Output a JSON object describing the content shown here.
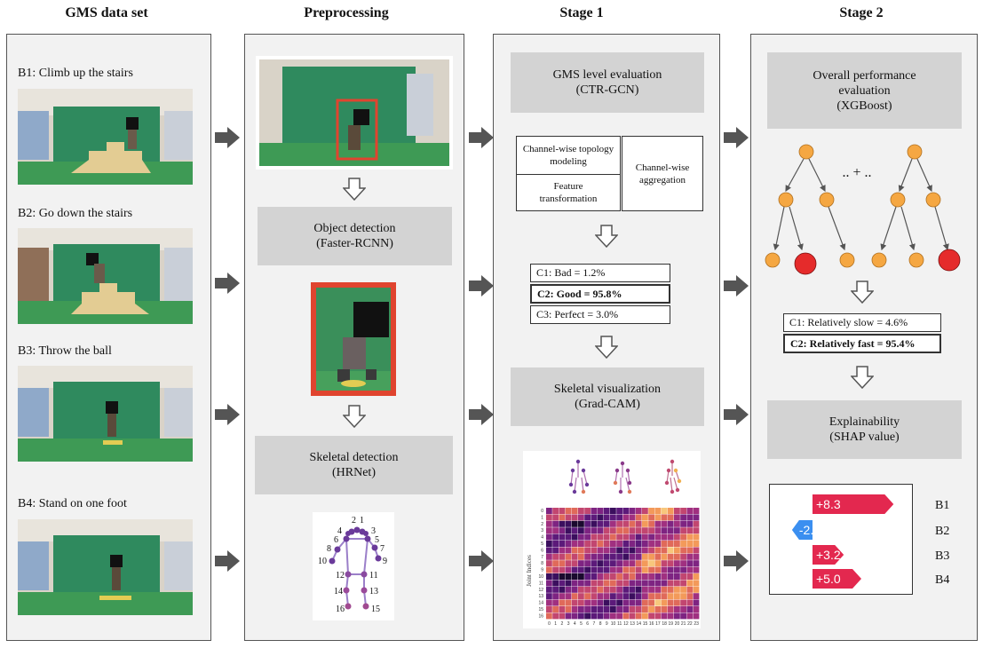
{
  "columns": {
    "dataset": "GMS data set",
    "preprocessing": "Preprocessing",
    "stage1": "Stage 1",
    "stage2": "Stage 2"
  },
  "dataset": {
    "items": [
      {
        "label": "B1: Climb up the stairs"
      },
      {
        "label": "B2: Go down the stairs"
      },
      {
        "label": "B3: Throw the ball"
      },
      {
        "label": "B4: Stand on one foot"
      }
    ]
  },
  "preprocessing": {
    "object_detection": {
      "line1": "Object detection",
      "line2": "(Faster-RCNN)"
    },
    "skeletal_detection": {
      "line1": "Skeletal detection",
      "line2": "(HRNet)"
    },
    "joints": [
      "1",
      "2",
      "3",
      "4",
      "5",
      "6",
      "7",
      "8",
      "9",
      "10",
      "11",
      "12",
      "13",
      "14",
      "15",
      "16"
    ]
  },
  "stage1": {
    "gms_eval": {
      "line1": "GMS level evaluation",
      "line2": "(CTR-GCN)"
    },
    "module": {
      "topology": "Channel-wise topology modeling",
      "feature": "Feature transformation",
      "aggregation": "Channel-wise aggregation"
    },
    "results": [
      {
        "text": "C1: Bad = 1.2%",
        "bold": false
      },
      {
        "text": "C2: Good = 95.8%",
        "bold": true
      },
      {
        "text": "C3: Perfect = 3.0%",
        "bold": false
      }
    ],
    "skeletal_vis": {
      "line1": "Skeletal visualization",
      "line2": "(Grad-CAM)"
    },
    "heatmap": {
      "ylabel": "Joint Indices",
      "yticks": [
        "0",
        "1",
        "2",
        "3",
        "4",
        "5",
        "6",
        "7",
        "8",
        "9",
        "10",
        "11",
        "12",
        "13",
        "14",
        "15",
        "16"
      ],
      "xticks": [
        "0",
        "1",
        "2",
        "3",
        "4",
        "5",
        "6",
        "7",
        "8",
        "9",
        "10",
        "11",
        "12",
        "13",
        "14",
        "15",
        "16",
        "17",
        "18",
        "19",
        "20",
        "21",
        "22",
        "23"
      ]
    }
  },
  "stage2": {
    "overall_eval": {
      "line1": "Overall performance",
      "line2": "evaluation",
      "line3": "(XGBoost)"
    },
    "ensemble_text": ".. + ..",
    "results": [
      {
        "text": "C1: Relatively slow = 4.6%",
        "bold": false
      },
      {
        "text": "C2: Relatively fast = 95.4%",
        "bold": true
      }
    ],
    "explainability": {
      "line1": "Explainability",
      "line2": "(SHAP value)"
    }
  },
  "chart_data": {
    "type": "bar",
    "categories": [
      "B1",
      "B2",
      "B3",
      "B4"
    ],
    "values": [
      8.3,
      -2.1,
      3.2,
      5.0
    ],
    "labels": [
      "+8.3",
      "-2.1",
      "+3.2",
      "+5.0"
    ],
    "positive_color": "#e3284f",
    "negative_color": "#3b8ff0"
  },
  "colors": {
    "panel": "#f2f2f2",
    "gray_box": "#d3d3d3",
    "arrow": "#555555",
    "tree_node": "#f5a742",
    "tree_leaf_highlight": "#e52b2b",
    "bbox_red": "#e0442f",
    "green_screen": "#2f8a5e"
  }
}
